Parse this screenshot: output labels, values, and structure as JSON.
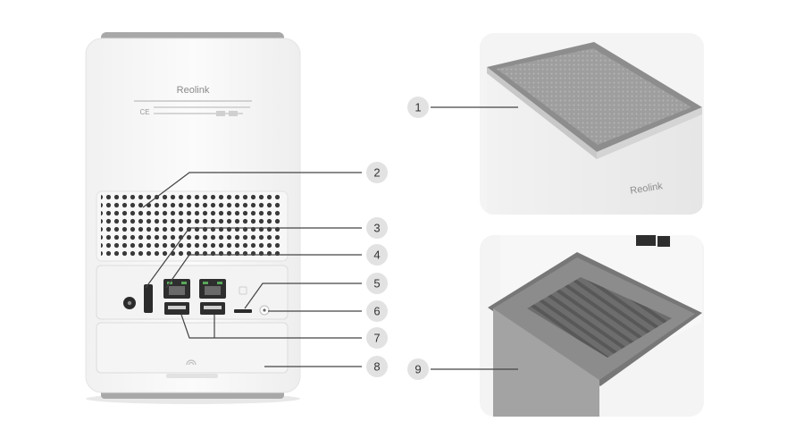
{
  "brand": {
    "logo_text": "Reolink",
    "accent": "#888888"
  },
  "product_views": [
    {
      "view": "back",
      "description_visible": false
    },
    {
      "view": "top",
      "description_visible": false
    },
    {
      "view": "bottom",
      "description_visible": false
    }
  ],
  "callouts": [
    {
      "number": "1"
    },
    {
      "number": "2"
    },
    {
      "number": "3"
    },
    {
      "number": "4"
    },
    {
      "number": "5"
    },
    {
      "number": "6"
    },
    {
      "number": "7"
    },
    {
      "number": "8"
    },
    {
      "number": "9"
    }
  ],
  "colors": {
    "device_body": "#f7f7f7",
    "device_cap": "#a9a9a9",
    "vent_dots": "#3a3a3a",
    "badge": "#e2e2e2",
    "panel_bg": "#f4f4f4"
  }
}
